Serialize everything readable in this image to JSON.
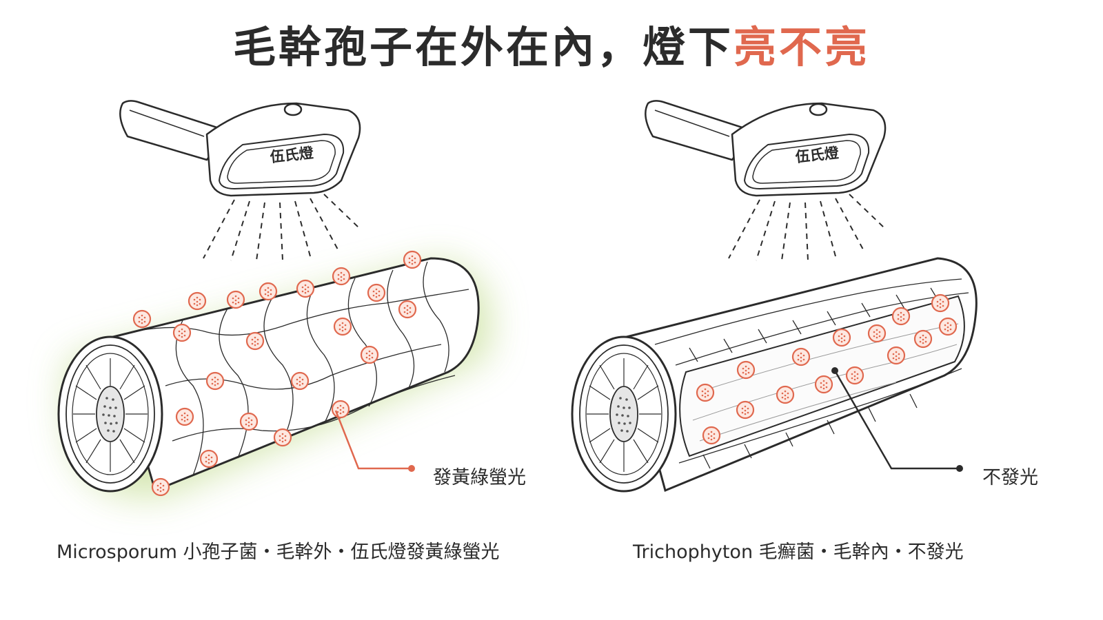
{
  "title": {
    "main": "毛幹孢子在外在內，燈下",
    "highlight": "亮不亮",
    "highlight_color": "#e0684e"
  },
  "lamp_label": "伍氏燈",
  "left_panel": {
    "lamp_label": "伍氏燈",
    "callout": "發黃綠螢光",
    "caption": "Microsporum 小孢子菌・毛幹外・伍氏燈發黃綠螢光",
    "glow_color": "#cfe3a6",
    "callout_color": "#e0684e"
  },
  "right_panel": {
    "lamp_label": "伍氏燈",
    "callout": "不發光",
    "caption": "Trichophyton 毛癬菌・毛幹內・不發光",
    "callout_color": "#2b2b2b"
  },
  "colors": {
    "ink": "#2b2b2b",
    "spore": "#e0684e",
    "spore_fill": "#fde8e1"
  },
  "icons": [
    "wood-lamp-icon",
    "hair-shaft-icon",
    "spore-icon"
  ]
}
